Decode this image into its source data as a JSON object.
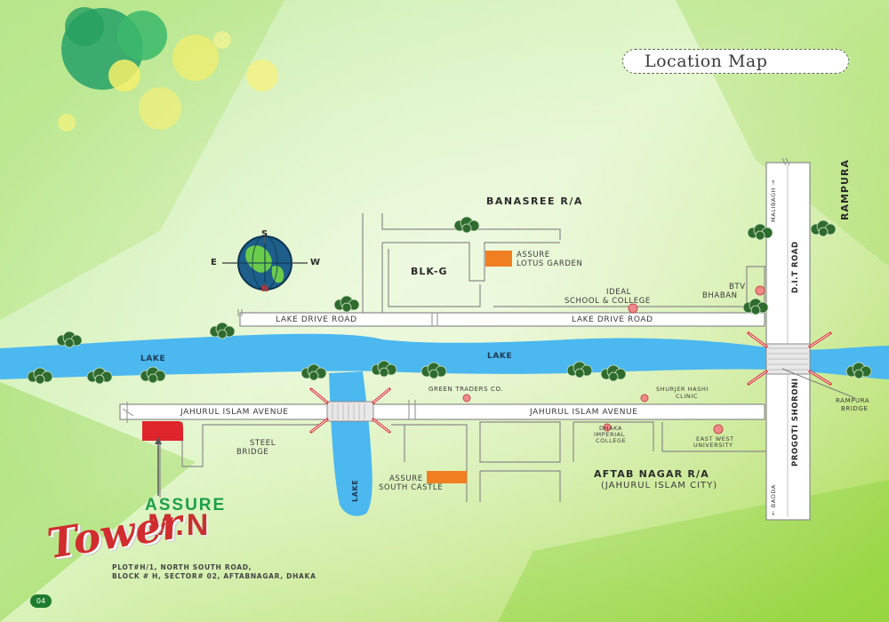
{
  "header": {
    "title": "Location Map"
  },
  "map": {
    "areas": {
      "banasree": "BANASREE R/A",
      "rampura": "RAMPURA",
      "blk_g": "BLK-G",
      "aftab_nagar": "AFTAB NAGAR R/A",
      "jahurul_city": "(JAHURUL ISLAM CITY)"
    },
    "roads": {
      "lake_drive_1": "LAKE DRIVE ROAD",
      "lake_drive_2": "LAKE DRIVE ROAD",
      "jahurul_avenue_1": "JAHURUL ISLAM AVENUE",
      "jahurul_avenue_2": "JAHURUL ISLAM AVENUE",
      "dit_road": "D.I.T ROAD",
      "progoti_shoroni": "PROGOTI SHORONI",
      "malibagh": "MALIBAGH →",
      "badda": "← BADDA"
    },
    "water": {
      "lake_1": "LAKE",
      "lake_2": "LAKE",
      "lake_3": "LAKE"
    },
    "landmarks": {
      "assure_lotus_1": "ASSURE",
      "assure_lotus_2": "LOTUS GARDEN",
      "ideal_1": "IDEAL",
      "ideal_2": "SCHOOL & COLLEGE",
      "btv_1": "BTV",
      "btv_2": "BHABAN",
      "green_traders": "GREEN TRADERS CO.",
      "shurjer_1": "SHURJER HASHI",
      "shurjer_2": "CLINIC",
      "dhaka_1": "DHAKA",
      "dhaka_2": "IMPERIAL",
      "dhaka_3": "COLLEGE",
      "ewu_1": "EAST WEST",
      "ewu_2": "UNIVERSITY",
      "assure_south_1": "ASSURE",
      "assure_south_2": "SOUTH CASTLE",
      "steel_1": "STEEL",
      "steel_2": "BRIDGE",
      "rampura_bridge_1": "RAMPURA",
      "rampura_bridge_2": "BRIDGE"
    },
    "compass": {
      "north": "N",
      "south": "S",
      "east": "E",
      "west": "W"
    }
  },
  "brand": {
    "line1": "ASSURE",
    "line2": "M.N",
    "line3": "Tower",
    "address_1": "PLOT#H/1, NORTH SOUTH ROAD,",
    "address_2": "BLOCK # H, SECTOR# 02, AFTABNAGAR, DHAKA"
  },
  "footer": {
    "page_number": "04"
  },
  "colors": {
    "background_green": "#a8dd4a",
    "lake_blue": "#4bb8f0",
    "marker_orange": "#f07f22",
    "marker_red": "#e0242b",
    "accent_red": "#d12d2e",
    "brand_green": "#1aa04a"
  }
}
